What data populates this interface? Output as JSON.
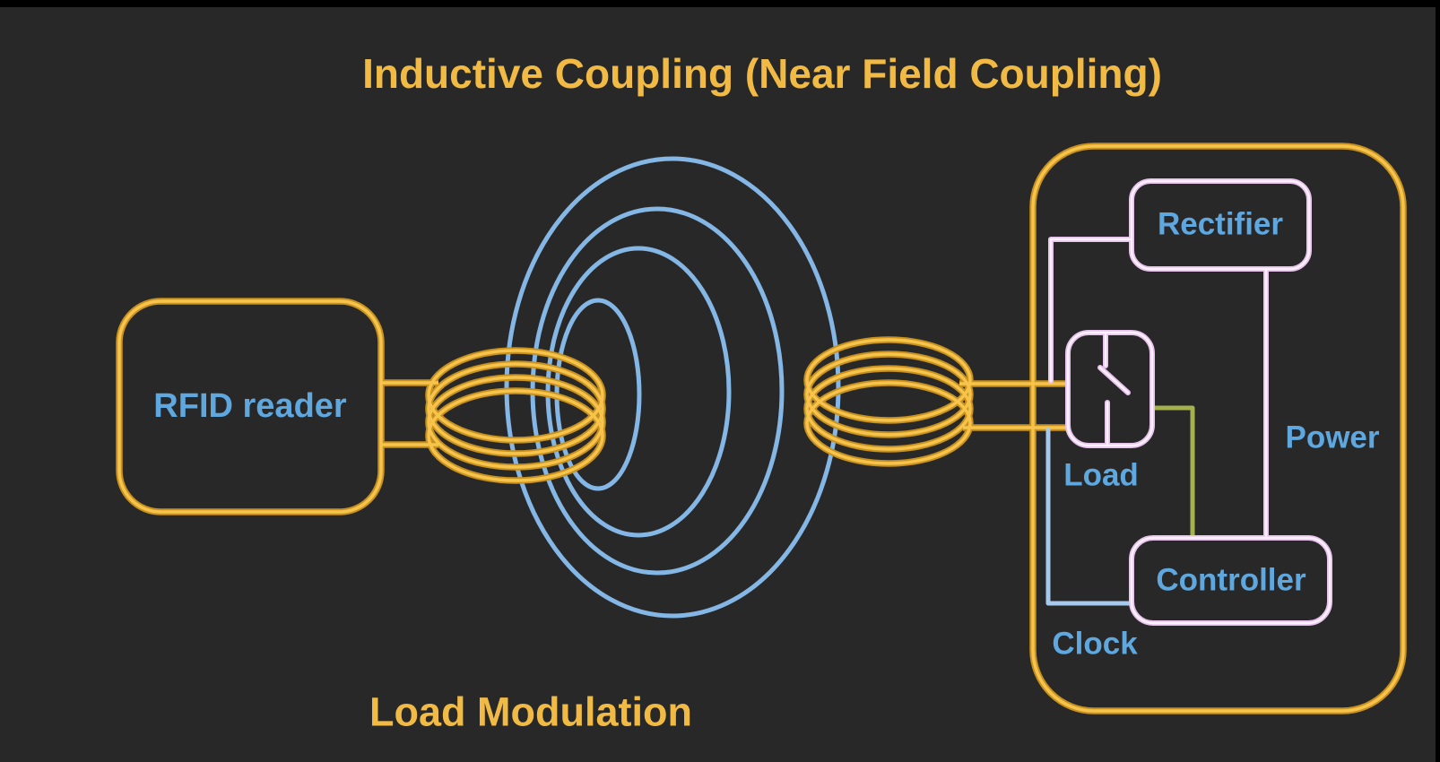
{
  "title": "Inductive Coupling (Near Field Coupling)",
  "caption": "Load Modulation",
  "reader": {
    "label": "RFID reader"
  },
  "tag": {
    "rectifier_label": "Rectifier",
    "load_label": "Load",
    "controller_label": "Controller",
    "power_label": "Power",
    "clock_label": "Clock"
  },
  "icons": {
    "reader_coil": "coil-icon",
    "tag_coil": "coil-icon",
    "magnetic_field": "field-lines-icon",
    "load_switch": "open-switch-icon"
  },
  "colors": {
    "bg": "#282828",
    "black": "#000000",
    "wire_dark": "#c9921e",
    "wire_mid": "#edac3c",
    "wire_bright": "#f6c44c",
    "title_yellow": "#f0ba45",
    "label_blue": "#5fa8df",
    "field_blue": "#84b7e5",
    "clock_blue": "#a6c9ee",
    "pink_edge": "#e9c3ee",
    "pink_core": "#fbf2fd",
    "pink_mid": "#f0d7f3",
    "signal_green": "#a4b14c"
  }
}
